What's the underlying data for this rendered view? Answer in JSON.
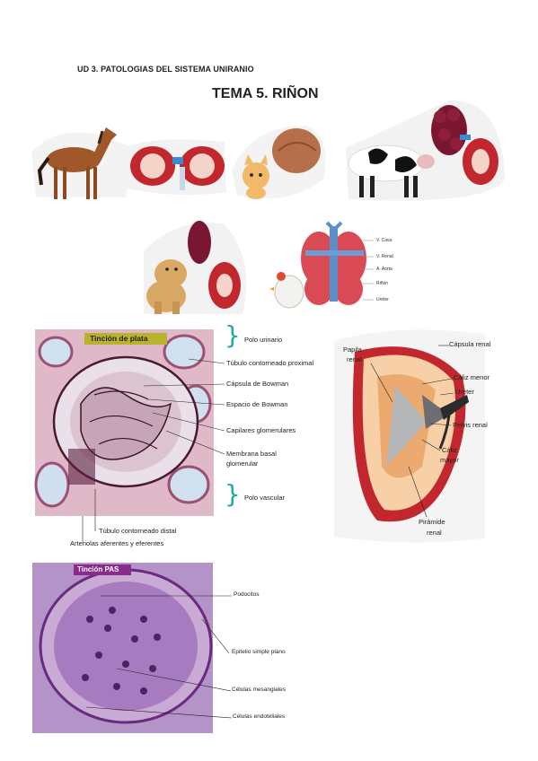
{
  "header": {
    "unit": "UD 3. PATOLOGIAS DEL SISTEMA UNIRANIO",
    "title": "TEMA 5. RIÑON"
  },
  "chicken_panel": {
    "labels": [
      "V. Cava",
      "V. Renal",
      "A. Aorta",
      "Riñón",
      "Uréter"
    ]
  },
  "silver_stain": {
    "tag": "Tinción de plata",
    "labels": {
      "polo_urinario": "Polo urinario",
      "tubulo_proximal": "Túbulo contorneado proximal",
      "capsula_bowman": "Cápsula de Bowman",
      "espacio_bowman": "Espacio de Bowman",
      "capilares": "Capilares glomerulares",
      "membrana_1": "Membrana basal",
      "membrana_2": "glomerular",
      "polo_vascular": "Polo vascular",
      "tubulo_distal": "Túbulo contorneado distal",
      "arteriolas": "Arteriolas aferentes y eferentes"
    }
  },
  "kidney_section": {
    "labels": {
      "papila_1": "Papila",
      "papila_2": "renal",
      "capsula": "Cápsula renal",
      "caliz_menor": "Cáliz menor",
      "ureter": "Uréter",
      "pelvis": "Pelvis renal",
      "caliz_mayor_1": "Cáliz",
      "caliz_mayor_2": "mayor",
      "piramide_1": "Pirámide",
      "piramide_2": "renal"
    }
  },
  "pas_stain": {
    "tag": "Tinción PAS",
    "labels": {
      "podocitos": "Podocitos",
      "epitelio": "Epitelio simple plano",
      "mesangiales": "Células mesangiales",
      "endoteliales": "Células endoteliales"
    }
  },
  "colors": {
    "kidney_red": "#c1272d",
    "histology_pink": "#d9a3b8",
    "pas_purple": "#a77bc0",
    "bracket_teal": "#2aa4a8"
  }
}
